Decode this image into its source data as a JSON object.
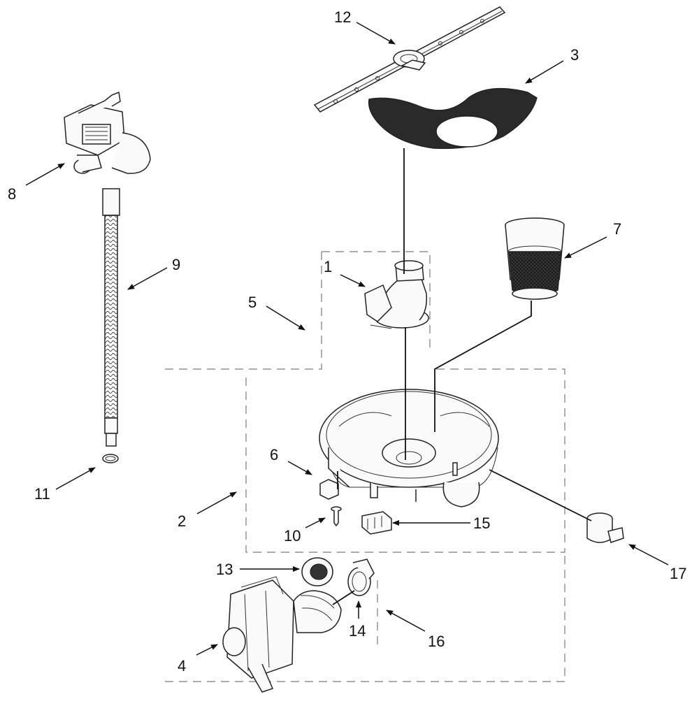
{
  "callouts": [
    {
      "id": "c1",
      "label": "1"
    },
    {
      "id": "c2",
      "label": "2"
    },
    {
      "id": "c3",
      "label": "3"
    },
    {
      "id": "c4",
      "label": "4"
    },
    {
      "id": "c5",
      "label": "5"
    },
    {
      "id": "c6",
      "label": "6"
    },
    {
      "id": "c7",
      "label": "7"
    },
    {
      "id": "c8",
      "label": "8"
    },
    {
      "id": "c9",
      "label": "9"
    },
    {
      "id": "c10",
      "label": "10"
    },
    {
      "id": "c11",
      "label": "11"
    },
    {
      "id": "c12",
      "label": "12"
    },
    {
      "id": "c13",
      "label": "13"
    },
    {
      "id": "c14",
      "label": "14"
    },
    {
      "id": "c15",
      "label": "15"
    },
    {
      "id": "c16",
      "label": "16"
    },
    {
      "id": "c17",
      "label": "17"
    }
  ],
  "colors": {
    "line": "#222222",
    "dashed_box": "#7a7a7a",
    "filter_mesh": "#2a2a2a",
    "background": "#ffffff"
  }
}
